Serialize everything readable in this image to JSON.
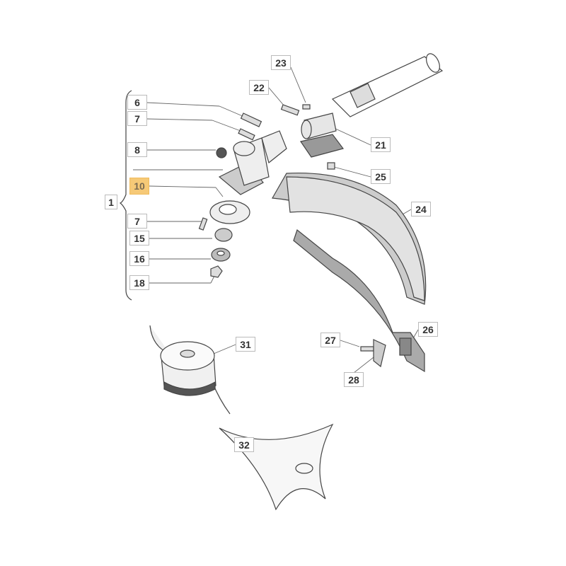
{
  "diagram": {
    "highlight_color": "#f6c977",
    "labels": {
      "l6": "6",
      "l7a": "7",
      "l8": "8",
      "l10": "10",
      "l1": "1",
      "l7b": "7",
      "l15": "15",
      "l16": "16",
      "l18": "18",
      "l22": "22",
      "l23": "23",
      "l21": "21",
      "l25": "25",
      "l24": "24",
      "l26": "26",
      "l27": "27",
      "l28": "28",
      "l31": "31",
      "l32": "32"
    },
    "highlighted_part": "10"
  }
}
